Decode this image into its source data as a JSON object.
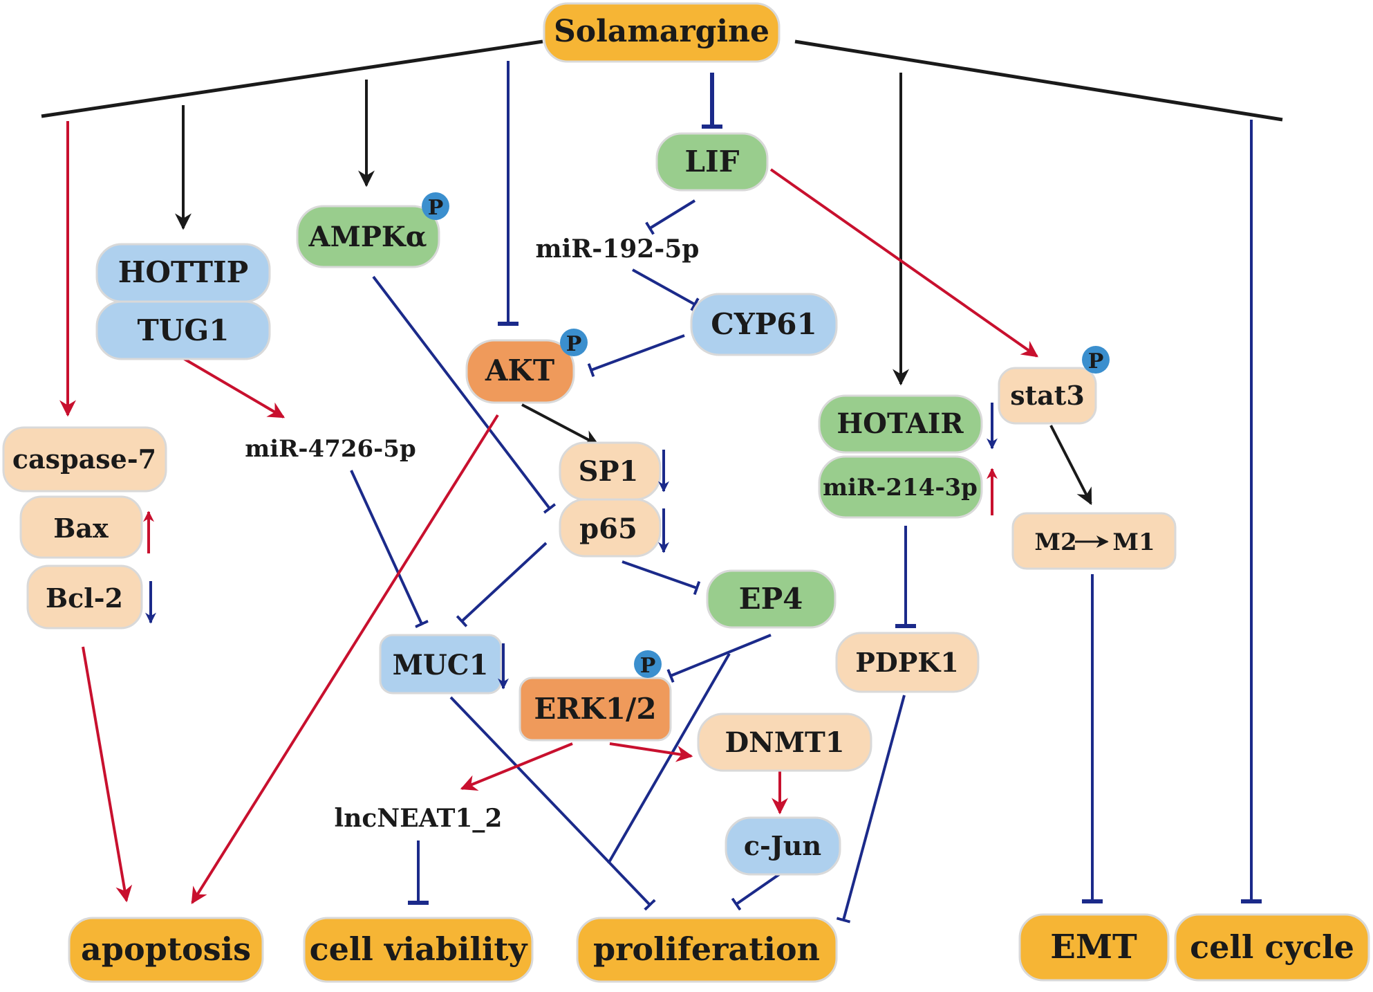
{
  "colors": {
    "orange_main": "#f6b535",
    "peach": "#f9d9b6",
    "green": "#99cd8d",
    "blue_light": "#aed0ee",
    "orange_dark": "#ef9a5b",
    "phospho_blue": "#3b8fce",
    "line_black": "#1a1a1a",
    "line_red": "#c8102e",
    "line_navy": "#1b2a8a"
  },
  "nodes": {
    "solamargine": "Solamargine",
    "hottip": "HOTTIP",
    "tug1": "TUG1",
    "ampka": "AMPKα",
    "lif": "LIF",
    "mir192": "miR-192-5p",
    "cyp61": "CYP61",
    "akt": "AKT",
    "stat3": "stat3",
    "hotair": "HOTAIR",
    "mir214": "miR-214-3p",
    "m2m1_left": "M2",
    "m2m1_right": "M1",
    "caspase7": "caspase-7",
    "bax": "Bax",
    "bcl2": "Bcl-2",
    "mir4726": "miR-4726-5p",
    "sp1": "SP1",
    "p65": "p65",
    "ep4": "EP4",
    "muc1": "MUC1",
    "erk": "ERK1/2",
    "dnmt1": "DNMT1",
    "pdpk1": "PDPK1",
    "lncneat": "lncNEAT1_2",
    "cjun": "c-Jun",
    "apoptosis": "apoptosis",
    "cell_viability": "cell viability",
    "proliferation": "proliferation",
    "emt": "EMT",
    "cell_cycle": "cell cycle"
  },
  "phospho_label": "P"
}
